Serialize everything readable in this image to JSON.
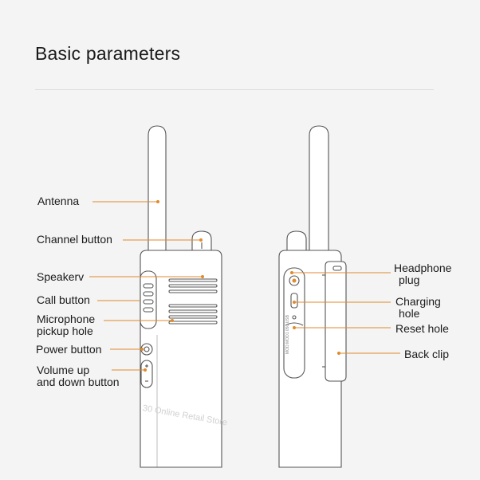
{
  "title": "Basic parameters",
  "watermark": "30 Online Retail Store",
  "side_print": "MOD:MOD1 050 USB",
  "accent_color": "#e08a2c",
  "outline_color": "#555555",
  "labels": {
    "antenna": "Antenna",
    "channel_button": "Channel button",
    "speaker": "Speakerv",
    "call_button": "Call button",
    "microphone_1": "Microphone",
    "microphone_2": "pickup hole",
    "power_button": "Power button",
    "volume_1": "Volume up",
    "volume_2": "and down button",
    "headphone_1": "Headphone",
    "headphone_2": "plug",
    "charging_1": "Charging",
    "charging_2": "hole",
    "reset_hole": "Reset hole",
    "back_clip": "Back clip"
  }
}
